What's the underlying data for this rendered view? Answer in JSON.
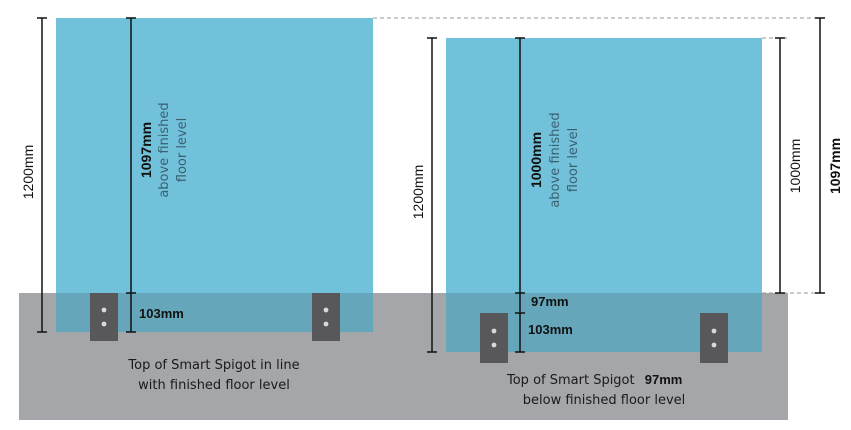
{
  "colors": {
    "floor": "#a5a6a9",
    "glass": "#72c1da",
    "glass_overlap": "#65a6bb",
    "spigot": "#58585a",
    "spigot_hole": "#d9d9d9",
    "line": "#111111",
    "dashed": "#9a9a9a"
  },
  "left_diagram": {
    "overall_height": "1200mm",
    "height_above_floor_value": "1097mm",
    "height_above_floor_note_line1": "above finished",
    "height_above_floor_note_line2": "floor level",
    "embed_depth": "103mm",
    "caption_line1": "Top of Smart Spigot in line",
    "caption_line2": "with finished floor level"
  },
  "right_diagram": {
    "overall_height": "1200mm",
    "height_above_floor_value": "1000mm",
    "height_above_floor_note_line1": "above finished",
    "height_above_floor_note_line2": "floor level",
    "recess_depth": "97mm",
    "embed_depth": "103mm",
    "caption_line1_prefix": "Top of Smart Spigot",
    "caption_line1_value": "97mm",
    "caption_line2": "below finished floor level",
    "side_dimension_inner": "1000mm",
    "side_dimension_outer": "1097mm"
  }
}
